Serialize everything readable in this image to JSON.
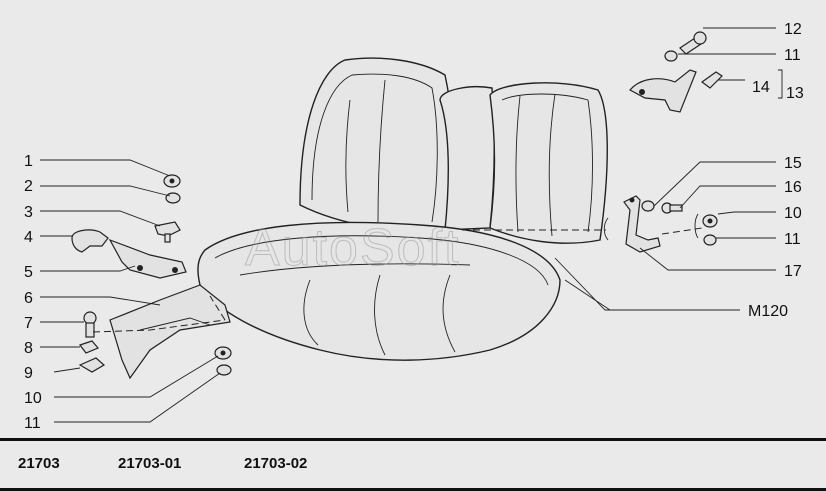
{
  "watermark": "AutoSoft",
  "callouts": {
    "left": [
      "1",
      "2",
      "3",
      "4",
      "5",
      "6",
      "7",
      "8",
      "9",
      "10",
      "11"
    ],
    "right_top": [
      "12",
      "11",
      "14",
      "13"
    ],
    "right_mid": [
      "15",
      "16",
      "10",
      "11",
      "17"
    ],
    "assembly": "M120"
  },
  "models": [
    "21703",
    "21703-01",
    "21703-02"
  ]
}
